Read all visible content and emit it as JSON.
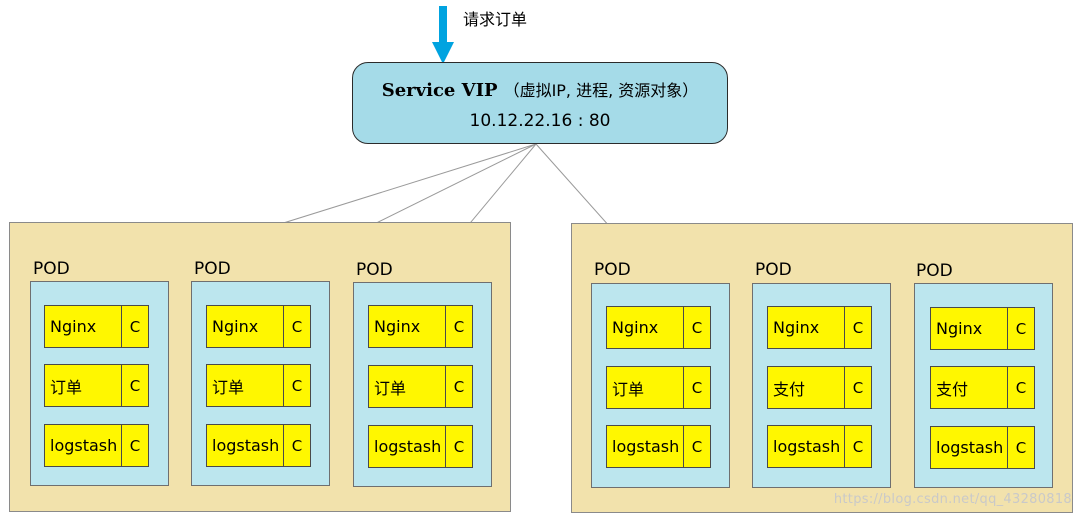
{
  "request": {
    "label": "请求订单"
  },
  "service": {
    "name": "Service VIP",
    "description": "（虚拟IP, 进程, 资源对象）",
    "address": "10.12.22.16 : 80"
  },
  "colors": {
    "arrow": "#00a3e0",
    "service_fill": "#a5dbe8",
    "node_fill": "#f2e2ac",
    "pod_fill": "#bce6ee",
    "container_fill": "#fff700"
  },
  "nodes": [
    {
      "pods": [
        {
          "label": "POD",
          "containers": [
            {
              "name": "Nginx",
              "flag": "C"
            },
            {
              "name": "订单",
              "flag": "C"
            },
            {
              "name": "logstash",
              "flag": "C"
            }
          ]
        },
        {
          "label": "POD",
          "containers": [
            {
              "name": "Nginx",
              "flag": "C"
            },
            {
              "name": "订单",
              "flag": "C"
            },
            {
              "name": "logstash",
              "flag": "C"
            }
          ]
        },
        {
          "label": "POD",
          "containers": [
            {
              "name": "Nginx",
              "flag": "C"
            },
            {
              "name": "订单",
              "flag": "C"
            },
            {
              "name": "logstash",
              "flag": "C"
            }
          ]
        }
      ]
    },
    {
      "pods": [
        {
          "label": "POD",
          "containers": [
            {
              "name": "Nginx",
              "flag": "C"
            },
            {
              "name": "订单",
              "flag": "C"
            },
            {
              "name": "logstash",
              "flag": "C"
            }
          ]
        },
        {
          "label": "POD",
          "containers": [
            {
              "name": "Nginx",
              "flag": "C"
            },
            {
              "name": "支付",
              "flag": "C"
            },
            {
              "name": "logstash",
              "flag": "C"
            }
          ]
        },
        {
          "label": "POD",
          "containers": [
            {
              "name": "Nginx",
              "flag": "C"
            },
            {
              "name": "支付",
              "flag": "C"
            },
            {
              "name": "logstash",
              "flag": "C"
            }
          ]
        }
      ]
    }
  ],
  "watermark": "https://blog.csdn.net/qq_43280818"
}
